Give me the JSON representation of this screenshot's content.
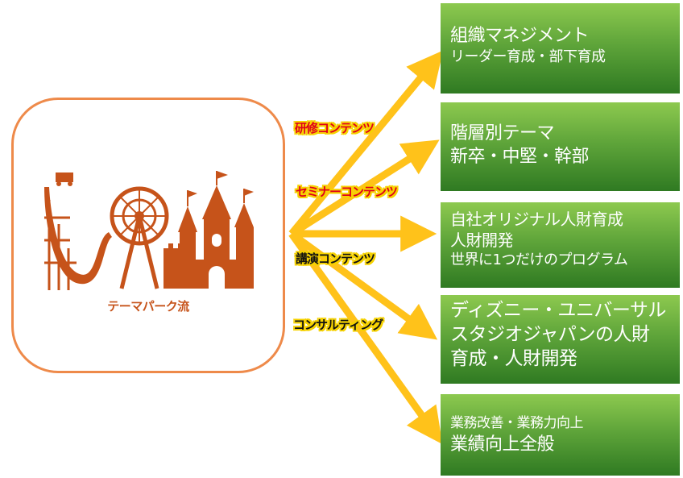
{
  "hub": {
    "label": "テーマパーク流",
    "illustration": "theme-park-roller-coaster-ferris-wheel-castle"
  },
  "arrow_labels": [
    {
      "text": "研修コンテンツ",
      "color": "#e0001a"
    },
    {
      "text": "セミナーコンテンツ",
      "color": "#e0001a"
    },
    {
      "text": "講演コンテンツ",
      "color": "#111111"
    },
    {
      "text": "コンサルティング",
      "color": "#111111"
    }
  ],
  "targets": [
    {
      "lines": [
        "組織マネジメント",
        "リーダー育成・部下育成"
      ]
    },
    {
      "lines": [
        "階層別テーマ",
        "新卒・中堅・幹部"
      ]
    },
    {
      "lines": [
        "自社オリジナル人財育成",
        "人財開発",
        "世界に1つだけのプログラム"
      ]
    },
    {
      "lines": [
        "ディズニー・ユニバーサル",
        "スタジオジャパンの人財",
        "育成・人財開発"
      ]
    },
    {
      "lines": [
        "業務改善・業務力向上",
        "業績向上全般"
      ]
    }
  ],
  "colors": {
    "hub_border": "#ee8a4a",
    "illustration": "#c6531a",
    "arrow": "#ffc21a",
    "label_highlight": "#f6d200",
    "box_light": "#8dc94f",
    "box_dark": "#2f7a22"
  }
}
